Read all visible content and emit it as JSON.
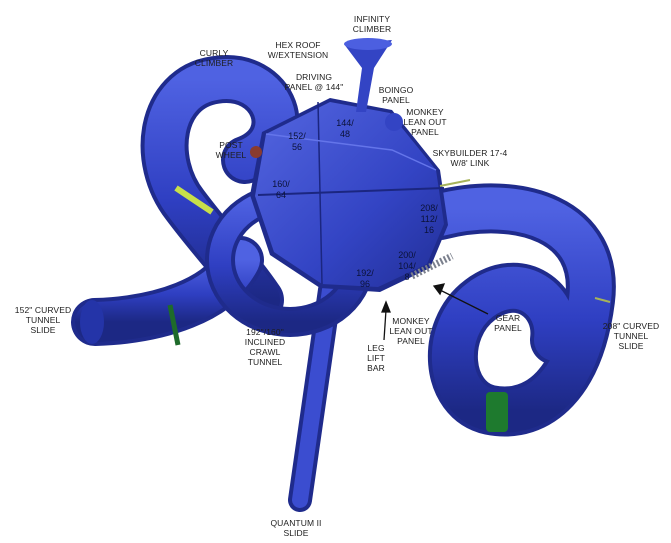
{
  "colors": {
    "structure_blue": "#2f3fc2",
    "structure_dark": "#1d2a8c",
    "structure_light": "#4c5fe0",
    "green_band": "#1e7a2e",
    "yellow_band": "#c8e04a",
    "label_text": "#1d1d1d"
  },
  "callouts": {
    "infinity_climber": "INFINITY\nCLIMBER",
    "hex_roof": "HEX ROOF\nW/EXTENSION",
    "curly_climber": "CURLY\nCLIMBER",
    "driving_panel": "DRIVING\nPANEL @ 144\"",
    "boingo_panel": "BOINGO\nPANEL",
    "monkey_lean_out_top": "MONKEY\nLEAN OUT\nPANEL",
    "post_wheel": "POST\nWHEEL",
    "skybuilder": "SKYBUILDER 17-4\nW/8' LINK",
    "curved_tunnel_152": "152\" CURVED\nTUNNEL\nSLIDE",
    "inclined_crawl_tunnel": "192\"/160\"\nINCLINED\nCRAWL\nTUNNEL",
    "leg_lift_bar": "LEG\nLIFT\nBAR",
    "monkey_lean_out_bottom": "MONKEY\nLEAN OUT\nPANEL",
    "gear_panel": "GEAR\nPANEL",
    "curved_tunnel_208": "208\" CURVED\nTUNNEL\nSLIDE",
    "quantum_slide": "QUANTUM II\nSLIDE"
  },
  "deck_heights": {
    "d152_56": "152/\n56",
    "d144_48": "144/\n48",
    "d160_64": "160/\n64",
    "d208_112_16": "208/\n112/\n16",
    "d200_104_8": "200/\n104/\n8",
    "d192_96": "192/\n96"
  }
}
